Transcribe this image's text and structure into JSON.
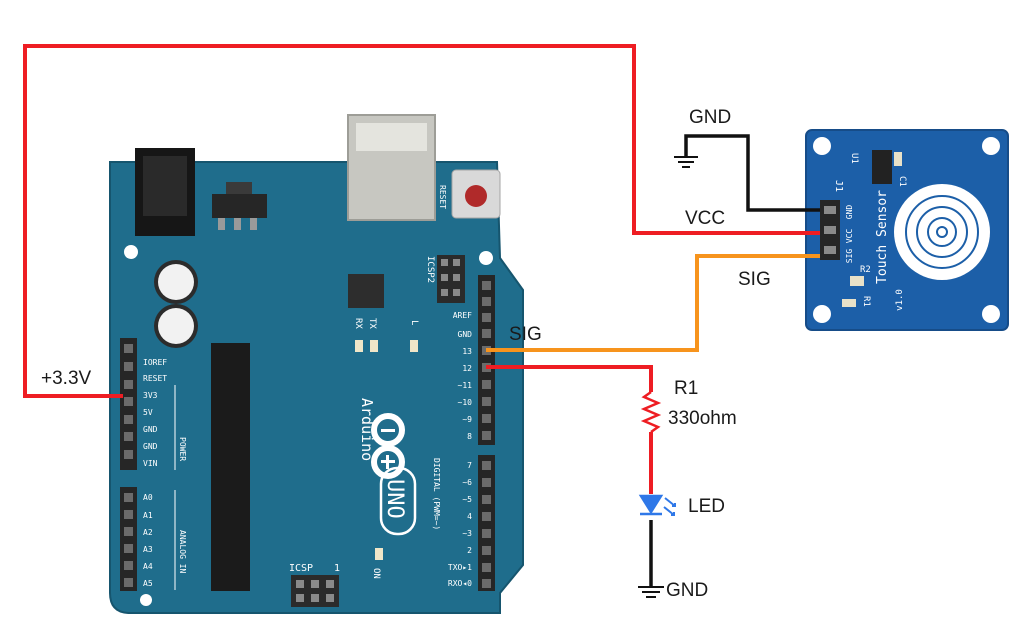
{
  "labels": {
    "v33": "+3.3V",
    "gnd_top": "GND",
    "vcc": "VCC",
    "sig_sensor": "SIG",
    "sig_board": "SIG",
    "r1": "R1",
    "r1_value": "330ohm",
    "led": "LED",
    "gnd_bottom": "GND"
  },
  "board": {
    "name": "Arduino",
    "model": "UNO",
    "reset_label": "RESET",
    "icsp2_label": "ICSP2",
    "icsp_label": "ICSP",
    "icsp_one": "1",
    "l_label": "L",
    "tx_label": "TX",
    "rx_label": "RX",
    "on_label": "ON",
    "power_label": "POWER",
    "analog_label": "ANALOG IN",
    "digital_label": "DIGITAL (PWM=~)",
    "power_pins": [
      "IOREF",
      "RESET",
      "3V3",
      "5V",
      "GND",
      "GND",
      "VIN"
    ],
    "analog_pins": [
      "A0",
      "A1",
      "A2",
      "A3",
      "A4",
      "A5"
    ],
    "digital_top_pins": [
      "AREF",
      "GND",
      "13",
      "12",
      "~11",
      "~10",
      "~9",
      "8"
    ],
    "digital_bottom_pins": [
      "7",
      "~6",
      "~5",
      "4",
      "~3",
      "2",
      "TXO▸1",
      "RXO◂0"
    ]
  },
  "sensor": {
    "title": "Touch Sensor",
    "version": "v1.0",
    "j1": "J1",
    "u1": "U1",
    "r1": "R1",
    "r2": "R2",
    "c1": "C1",
    "pin_labels": [
      "SIG",
      "VCC",
      "GND"
    ]
  },
  "colors": {
    "board": "#1f6d8c",
    "sensor": "#1c5fa8",
    "wire_red": "#ee1d23",
    "wire_orange": "#f7941d",
    "wire_black": "#111111",
    "led_blue": "#2f78e8"
  }
}
